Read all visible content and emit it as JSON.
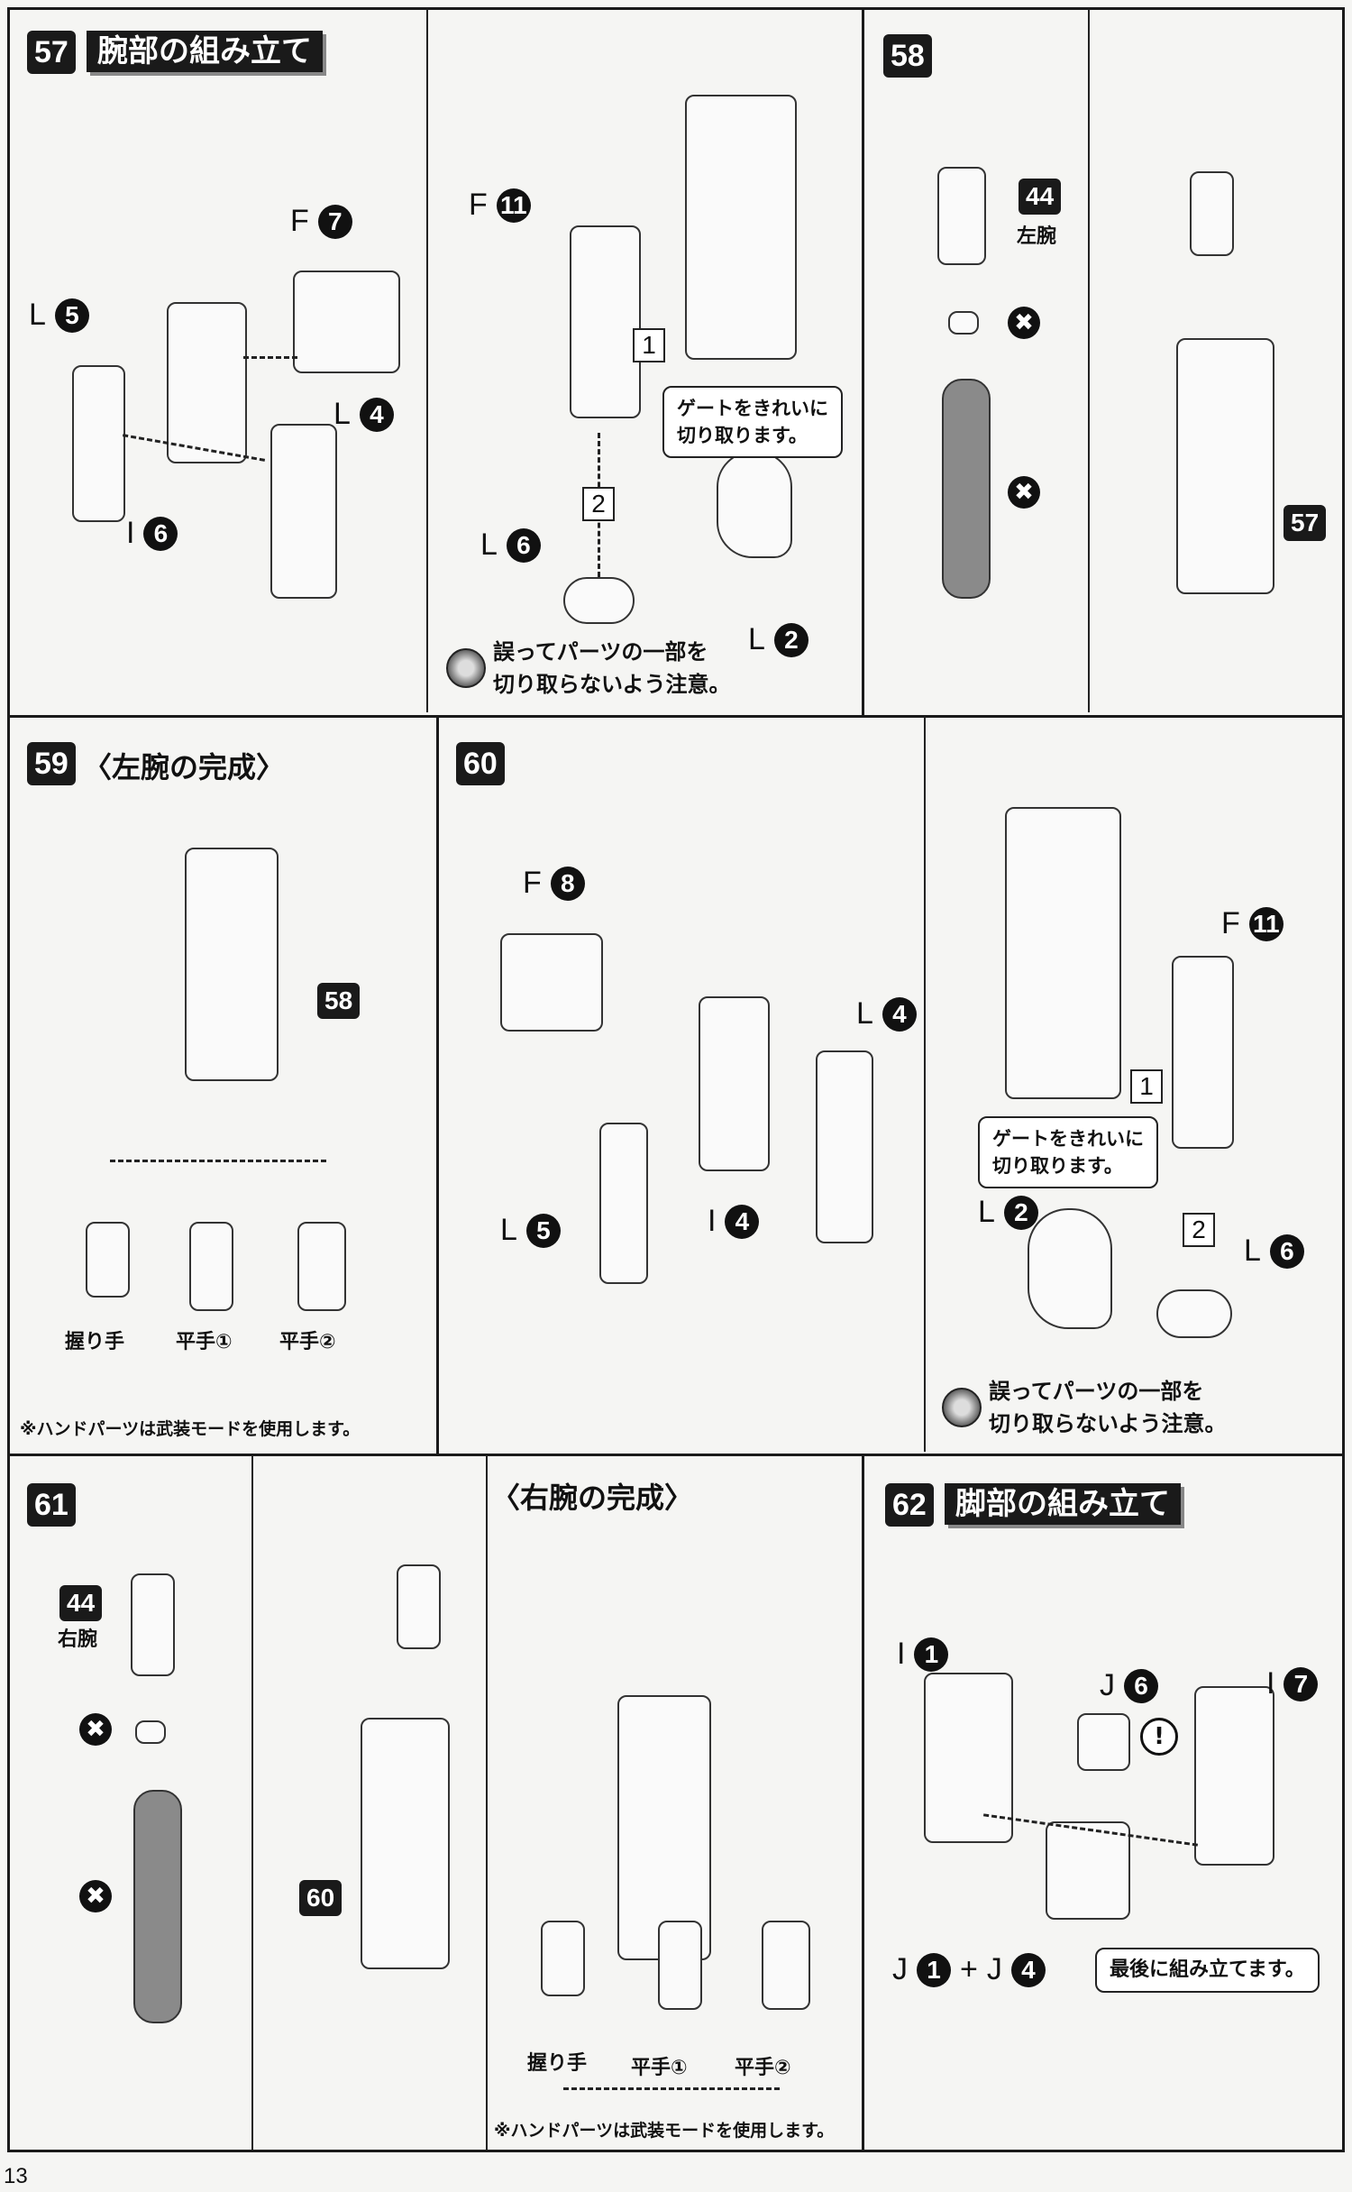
{
  "page_number": "13",
  "step57": {
    "num": "57",
    "title": "腕部の組み立て",
    "parts": {
      "f7": [
        "F",
        "7"
      ],
      "l5": [
        "L",
        "5"
      ],
      "i6": [
        "I",
        "6"
      ],
      "l4": [
        "L",
        "4"
      ],
      "f11": [
        "F",
        "11"
      ],
      "l6": [
        "L",
        "6"
      ],
      "l2": [
        "L",
        "2"
      ]
    },
    "callout": [
      "ゲートをきれいに",
      "切り取ります。"
    ],
    "steps": [
      "1",
      "2"
    ],
    "caution": [
      "誤ってパーツの一部を",
      "切り取らないよう注意。"
    ]
  },
  "step58": {
    "num": "58",
    "part_badge": "44",
    "part_name": "左腕",
    "x_mark": "✖",
    "ref_badge": "57"
  },
  "step59": {
    "num": "59",
    "title": "〈左腕の完成〉",
    "ref_badge": "58",
    "hands": [
      "握り手",
      "平手①",
      "平手②"
    ],
    "note": "※ハンドパーツは武装モードを使用します。"
  },
  "step60": {
    "num": "60",
    "parts": {
      "f8": [
        "F",
        "8"
      ],
      "l4": [
        "L",
        "4"
      ],
      "l5": [
        "L",
        "5"
      ],
      "i4": [
        "I",
        "4"
      ],
      "f11": [
        "F",
        "11"
      ],
      "l2": [
        "L",
        "2"
      ],
      "l6": [
        "L",
        "6"
      ]
    },
    "callout": [
      "ゲートをきれいに",
      "切り取ります。"
    ],
    "steps": [
      "1",
      "2"
    ],
    "caution": [
      "誤ってパーツの一部を",
      "切り取らないよう注意。"
    ]
  },
  "step61": {
    "num": "61",
    "title": "〈右腕の完成〉",
    "part_badge": "44",
    "part_name": "右腕",
    "x_mark": "✖",
    "ref_badge": "60",
    "hands": [
      "握り手",
      "平手①",
      "平手②"
    ],
    "note": "※ハンドパーツは武装モードを使用します。"
  },
  "step62": {
    "num": "62",
    "title": "脚部の組み立て",
    "parts": {
      "i1": [
        "I",
        "1"
      ],
      "j6": [
        "J",
        "6"
      ],
      "i7": [
        "I",
        "7"
      ],
      "j1": [
        "J",
        "1"
      ],
      "j4": [
        "J",
        "4"
      ]
    },
    "plus": "+",
    "exclaim": "!",
    "callout": "最後に組み立てます。"
  }
}
